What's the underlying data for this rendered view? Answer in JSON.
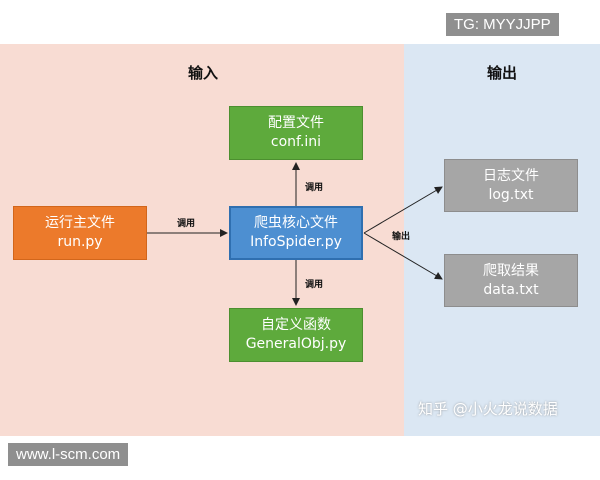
{
  "sections": {
    "input_title": "输入",
    "output_title": "输出"
  },
  "nodes": {
    "config": {
      "title": "配置文件",
      "file": "conf.ini"
    },
    "run": {
      "title": "运行主文件",
      "file": "run.py"
    },
    "spider": {
      "title": "爬虫核心文件",
      "file": "InfoSpider.py"
    },
    "general": {
      "title": "自定义函数",
      "file": "GeneralObj.py"
    },
    "log": {
      "title": "日志文件",
      "file": "log.txt"
    },
    "data": {
      "title": "爬取结果",
      "file": "data.txt"
    }
  },
  "edges": {
    "run_to_spider": "调用",
    "spider_to_config": "调用",
    "spider_to_general": "调用",
    "spider_to_output": "输出"
  },
  "overlays": {
    "tg_tag": "TG: MYYJJPP",
    "site_tag": "www.l-scm.com",
    "watermark": "知乎 @小火龙说数据"
  },
  "colors": {
    "input_bg": "#f8dcd3",
    "output_bg": "#dbe7f3",
    "green": "#5eaa3c",
    "orange": "#ec7a2b",
    "blue": "#4d8fd1",
    "gray": "#a6a6a6"
  }
}
